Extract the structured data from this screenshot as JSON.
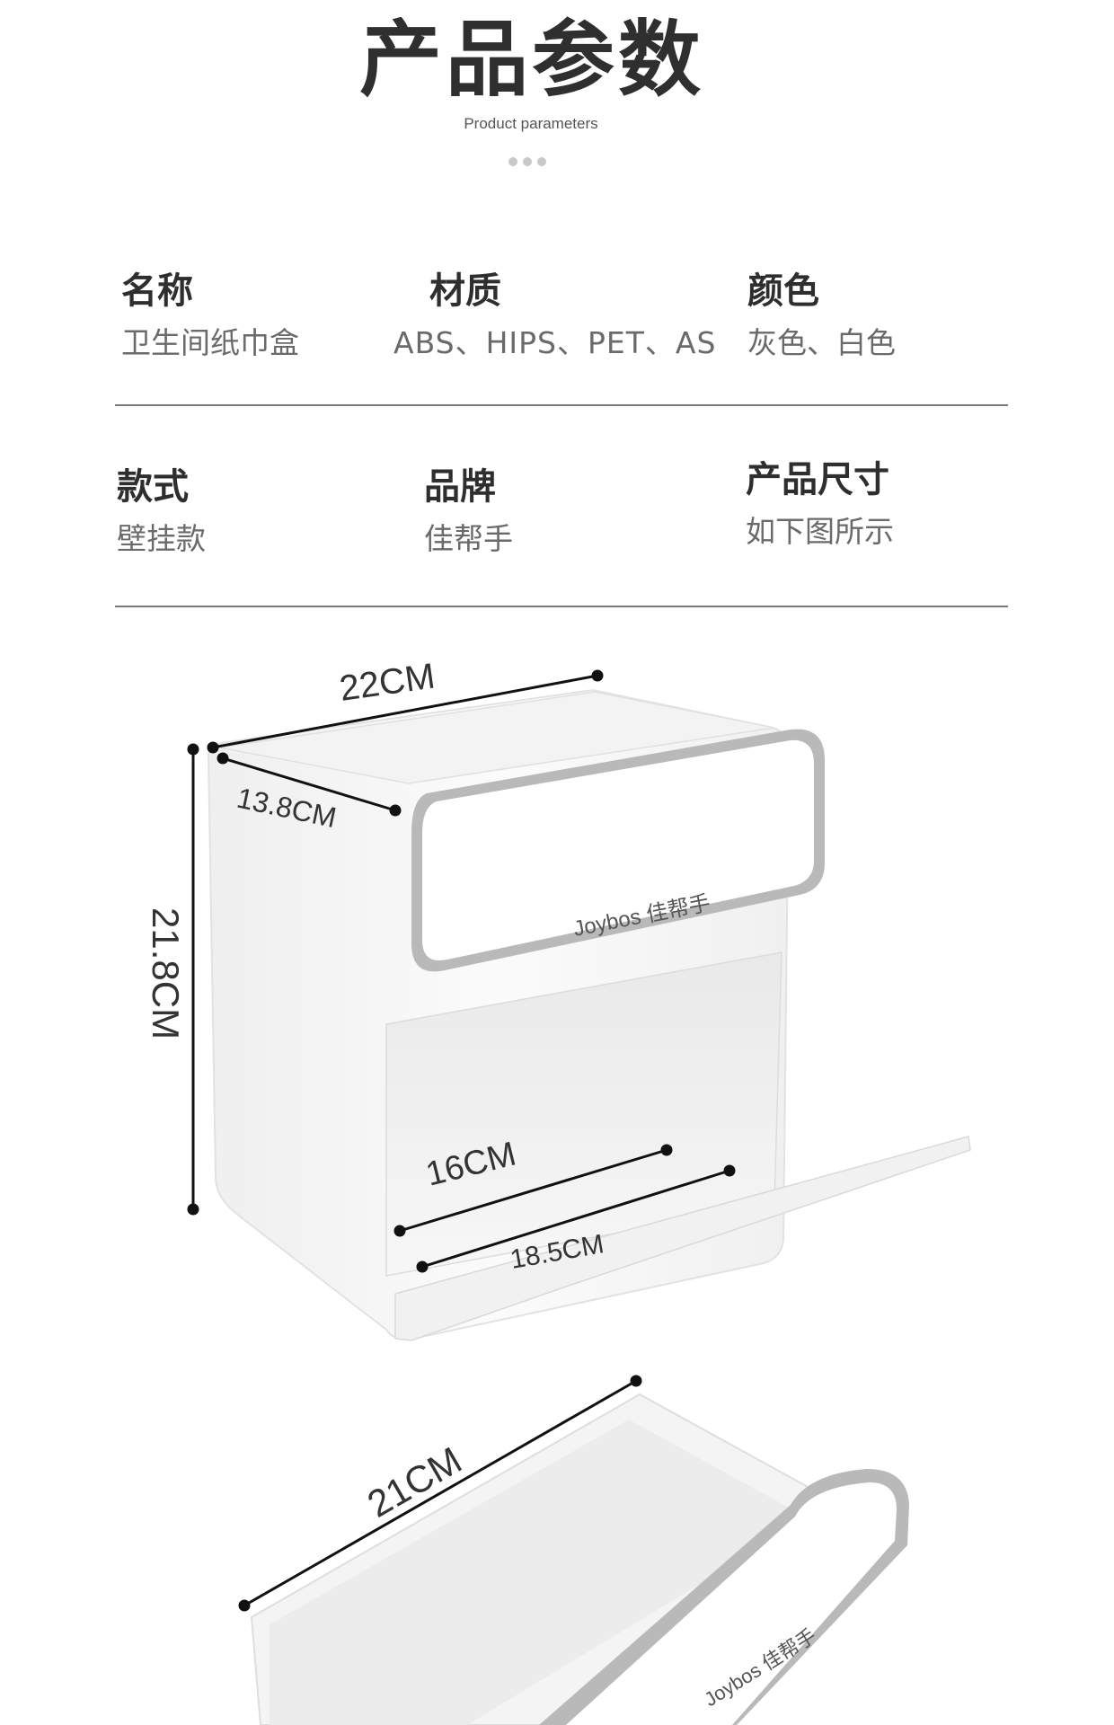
{
  "header": {
    "title": "产品参数",
    "subtitle": "Product parameters"
  },
  "params": [
    {
      "label": "名称",
      "value": "卫生间纸巾盒"
    },
    {
      "label": "材质",
      "value": "ABS、HIPS、PET、AS"
    },
    {
      "label": "颜色",
      "value": "灰色、白色"
    },
    {
      "label": "款式",
      "value": "壁挂款"
    },
    {
      "label": "品牌",
      "value": "佳帮手"
    },
    {
      "label": "产品尺寸",
      "value": "如下图所示"
    }
  ],
  "product": {
    "brand_logo": "Joybos 佳帮手",
    "dimensions": {
      "width": "22CM",
      "depth": "13.8CM",
      "height": "21.8CM",
      "inner_width": "16CM",
      "opening_width": "18.5CM",
      "drawer_width": "21CM"
    },
    "colors": {
      "body": "#f5f5f5",
      "frame": "#b9b9b9",
      "line": "#111111"
    }
  }
}
